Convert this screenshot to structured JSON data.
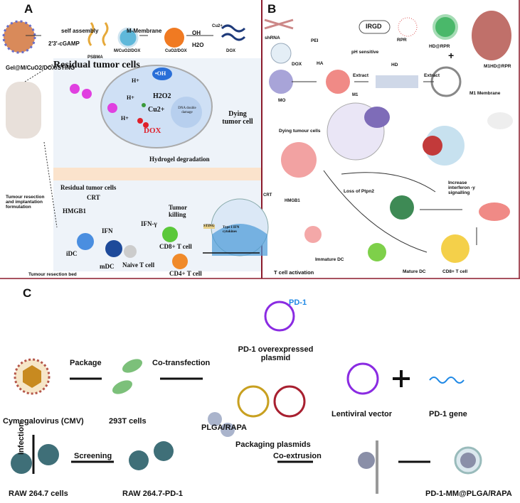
{
  "panel_a": {
    "letter": "A",
    "self_assembly": "self assembly",
    "cgamp": "2'3'-cGAMP",
    "psbma": "PSBMA",
    "m_membrane": "M-Membrane",
    "m_cuo2_dox": "M/CuO2/DOX",
    "oh": "OH",
    "h2o": "H2O",
    "cuo2_dox": "CuO2/DOX",
    "cu2": "Cu2+",
    "dox": "DOX",
    "gel": "Gel@M/CuO2/DOX/STING",
    "residual_title": "Residual tumor cells",
    "h_plus": "H+",
    "oh_radical": "•OH",
    "h2o2": "H2O2",
    "cu2_cell": "Cu2+",
    "dna_damage": "DNA double damage",
    "dox_cell": "DOX",
    "dying_tumor_cell": "Dying tumor cell",
    "hydrogel_degradation": "Hydrogel degradation",
    "residual_small": "Residual tumor cells",
    "crt": "CRT",
    "hmgb1": "HMGB1",
    "tumor_killing": "Tumor killing",
    "ifn_gamma": "IFN-γ",
    "ifn": "IFN",
    "idc": "iDC",
    "mdc": "mDC",
    "naive_t": "Naive T cell",
    "cd8": "CD8+ T cell",
    "cd4": "CD4+ T cell",
    "sting": "STING",
    "type1_ifn": "Type I IFN cytokines",
    "resection_implant": "Tumour resection and implantation formulation",
    "resection_bed": "Tumour resection bed"
  },
  "panel_b": {
    "letter": "B",
    "shrna": "shRNA",
    "pei": "PEI",
    "irgd": "IRGD",
    "rpr": "RPR",
    "hd_rpr": "HD@RPR",
    "m1hd_rpr": "M1HD@RPR",
    "dox": "DOX",
    "ha": "HA",
    "ph_sensitive": "pH sensitive",
    "hd": "HD",
    "plus": "+",
    "mo": "MO",
    "extract1": "Extract",
    "m1": "M1",
    "extract2": "Extract",
    "m1_membrane": "M1 Membrane",
    "dying_tumour": "Dying tumour cells",
    "crt": "CRT",
    "hmgb1": "HMGB1",
    "loss_ptpn2": "Loss of Ptpn2",
    "increase_ifn": "Increase interferon -y signalling",
    "immature_dc": "Immature DC",
    "t_cell_activation": "T cell activation",
    "mature_dc": "Mature DC",
    "cd8": "CD8+ T cell"
  },
  "panel_c": {
    "letter": "C",
    "pd1": "PD-1",
    "pd1_plasmid": "PD-1 overexpressed plasmid",
    "package": "Package",
    "co_transfection": "Co-transfection",
    "cmv": "Cymegalovirus (CMV)",
    "cells_293t": "293T cells",
    "lentiviral": "Lentiviral vector",
    "pd1_gene": "PD-1 gene",
    "packaging_plasmids": "Packaging plasmids",
    "plga_rapa": "PLGA/RAPA",
    "infection": "Infection",
    "screening": "Screening",
    "co_extrusion": "Co-extrusion",
    "raw_cells": "RAW 264.7 cells",
    "raw_pd1": "RAW 264.7-PD-1",
    "final": "PD-1-MM@PLGA/RAPA"
  },
  "colors": {
    "panel_border": "#8b1a2b",
    "pd1_blue": "#1e88e5",
    "dox_red": "#e0202a",
    "cell_teal": "#3f6f78"
  }
}
